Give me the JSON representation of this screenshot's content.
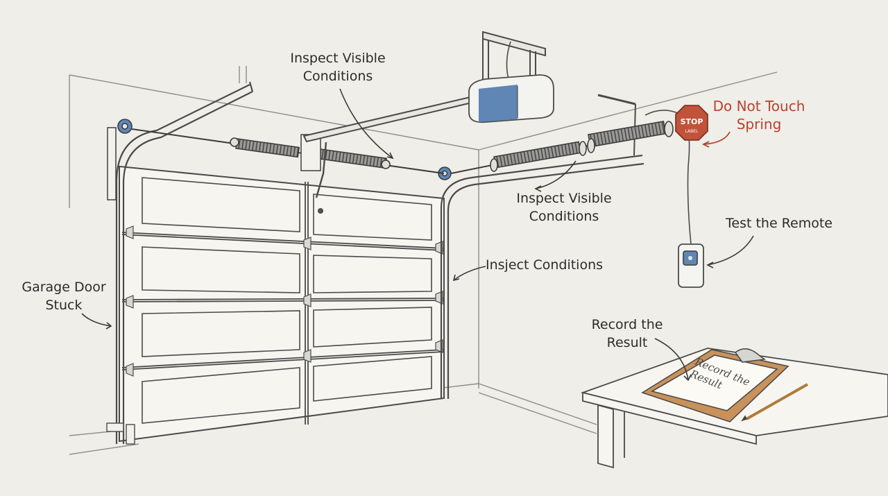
{
  "labels": {
    "garage_door_stuck": [
      "Garage Door",
      "Stuck"
    ],
    "inspect_top": [
      "Inspect Visible",
      "Conditions"
    ],
    "do_not_touch": [
      "Do Not Touch",
      "Spring"
    ],
    "inspect_right": [
      "Inspect Visible",
      "Conditions"
    ],
    "test_remote": "Test the Remote",
    "inject_conditions": "Insject Conditions",
    "record_result": [
      "Record the",
      "Result"
    ]
  },
  "stop_sign": {
    "word": "STOP",
    "small": "LABEL"
  },
  "clipboard": {
    "text": [
      "Record the",
      "Result"
    ]
  },
  "colors": {
    "warning": "#b8422e",
    "opener_blue": "#5f86b4",
    "clipboard_wood": "#c9925b",
    "line": "#4a4a4a",
    "background": "#efeee8"
  }
}
